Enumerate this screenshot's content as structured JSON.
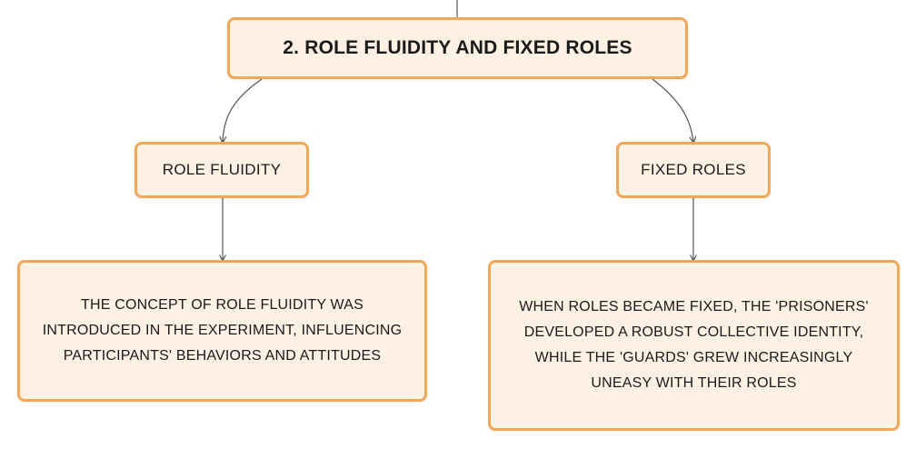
{
  "diagram": {
    "root": {
      "label": "2. ROLE FLUIDITY AND FIXED ROLES"
    },
    "branches": [
      {
        "label": "ROLE FLUIDITY",
        "detail": "THE CONCEPT OF ROLE FLUIDITY WAS INTRODUCED IN THE EXPERIMENT, INFLUENCING PARTICIPANTS' BEHAVIORS AND ATTITUDES"
      },
      {
        "label": "FIXED ROLES",
        "detail": "WHEN ROLES BECAME FIXED, THE 'PRISONERS' DEVELOPED A ROBUST COLLECTIVE IDENTITY, WHILE THE 'GUARDS' GREW INCREASINGLY UNEASY WITH THEIR ROLES"
      }
    ],
    "colors": {
      "node_fill": "#fdf1e4",
      "node_border": "#f0a95a",
      "connector": "#555555",
      "text": "#1a1a1a"
    }
  }
}
